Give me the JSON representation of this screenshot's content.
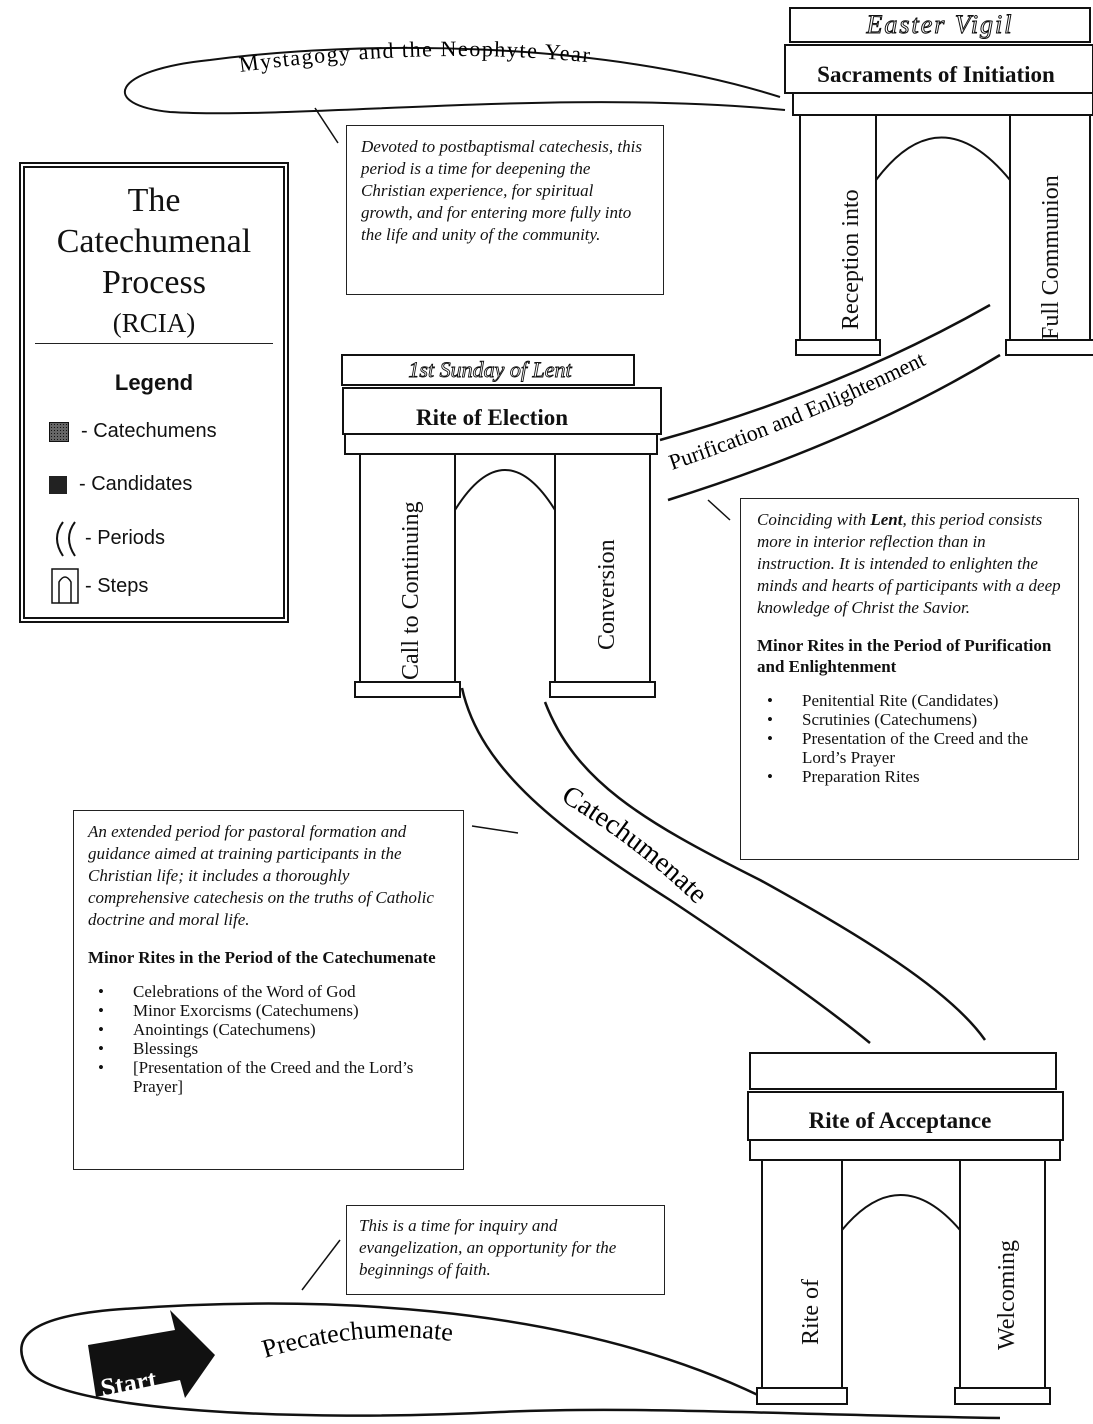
{
  "legend": {
    "title_lines": [
      "The",
      "Catechumenal",
      "Process",
      "(RCIA)"
    ],
    "heading": "Legend",
    "items": [
      {
        "symbol": "dotted-square-icon",
        "label": "- Catechumens"
      },
      {
        "symbol": "dark-square-icon",
        "label": "- Candidates"
      },
      {
        "symbol": "periods-icon",
        "label": "- Periods"
      },
      {
        "symbol": "steps-icon",
        "label": "- Steps"
      }
    ]
  },
  "periods": {
    "mystagogy": "Mystagogy and the Neophyte Year",
    "purification": "Purification and Enlightenment",
    "catechumenate": "Catechumenate",
    "precatechumenate": "Precatechumenate"
  },
  "steps": {
    "initiation": {
      "banner": "Easter Vigil",
      "title": "Sacraments of Initiation",
      "left": "Reception into",
      "right": "Full Communion"
    },
    "election": {
      "banner": "1st Sunday of Lent",
      "title": "Rite of Election",
      "left": "Call to Continuing",
      "right": "Conversion"
    },
    "acceptance": {
      "title": "Rite of Acceptance",
      "left": "Rite of",
      "right": "Welcoming"
    }
  },
  "start_label": "Start",
  "notes": {
    "mystagogy": "Devoted to postbaptismal catechesis, this period is a time for deepening the Christian experience, for spiritual growth, and for entering more fully into the life and unity of the community.",
    "purification": {
      "intro_before": "Coinciding with ",
      "intro_bold": "Lent",
      "intro_after": ", this period consists more in interior reflection than in instruction. It is intended to enlighten the minds and hearts of participants with a deep knowledge of Christ the Savior.",
      "minor_title": "Minor Rites in the Period of Purification and Enlightenment",
      "rites": [
        "Penitential Rite (Candidates)",
        "Scrutinies (Catechumens)",
        "Presentation of the Creed and the Lord’s Prayer",
        "Preparation Rites"
      ]
    },
    "catechumenate": {
      "intro": "An extended period for pastoral formation and guidance aimed at training participants in the Christian life; it includes a thoroughly comprehensive catechesis on the truths of Catholic doctrine and moral life.",
      "minor_title": "Minor Rites in the Period of the Catechumenate",
      "rites": [
        "Celebrations of the Word of God",
        "Minor Exorcisms (Catechumens)",
        "Anointings (Catechumens)",
        "Blessings",
        "[Presentation of the Creed and the Lord’s Prayer]"
      ]
    },
    "precatechumenate": "This is a time for inquiry and evangelization, an opportunity for the beginnings of faith."
  }
}
